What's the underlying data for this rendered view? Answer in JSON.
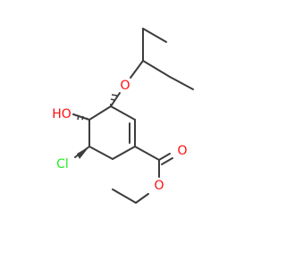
{
  "molecule": {
    "atoms": {
      "ether_oxygen": "O",
      "hydroxyl": "HO",
      "chlorine": "Cl",
      "carbonyl_oxygen": "O",
      "ester_oxygen": "O"
    }
  },
  "colors": {
    "bond": "#3c3c3c",
    "oxygen": "#ff0d0d",
    "chlorine": "#1ff01f"
  }
}
